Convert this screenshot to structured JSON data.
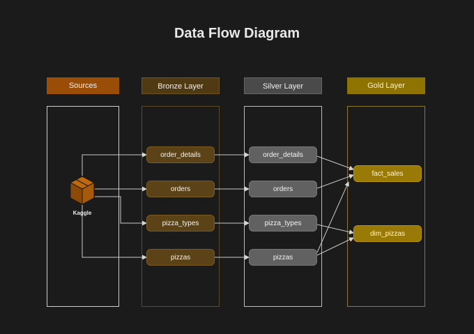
{
  "title": "Data Flow Diagram",
  "layers": {
    "sources": {
      "label": "Sources",
      "color": "#9a4d07"
    },
    "bronze": {
      "label": "Bronze Layer",
      "color": "#4f3a14"
    },
    "silver": {
      "label": "Silver Layer",
      "color": "#4a4a4a"
    },
    "gold": {
      "label": "Gold Layer",
      "color": "#8e7300"
    }
  },
  "source": {
    "label": "Kaggle",
    "icon": "box-icon"
  },
  "bronze_nodes": [
    "order_details",
    "orders",
    "pizza_types",
    "pizzas"
  ],
  "silver_nodes": [
    "order_details",
    "orders",
    "pizza_types",
    "pizzas"
  ],
  "gold_nodes": [
    "fact_sales",
    "dim_pizzas"
  ]
}
